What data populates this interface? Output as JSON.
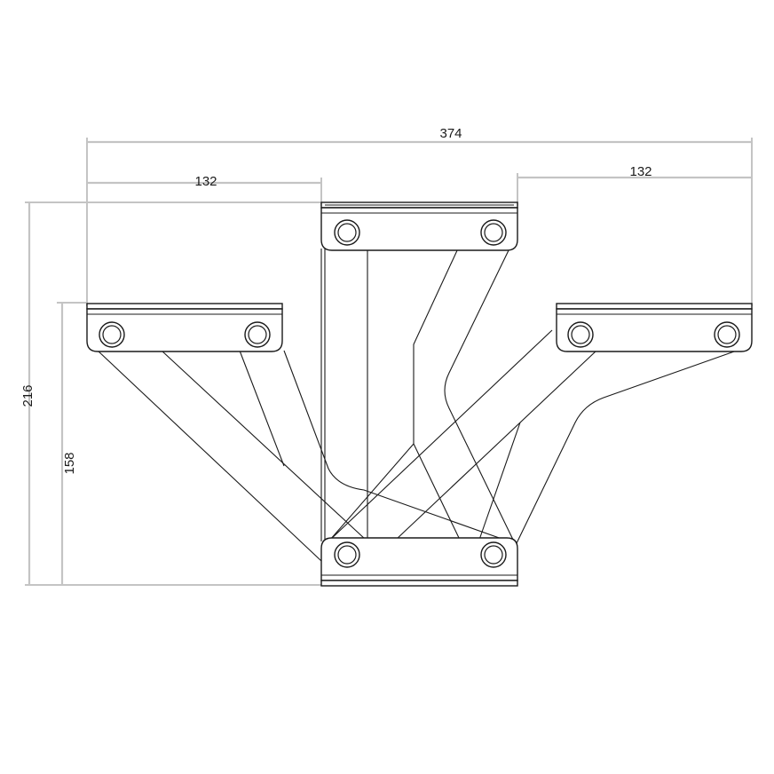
{
  "dimensions": {
    "overall_width": "374",
    "left_offset": "132",
    "right_offset": "132",
    "overall_height": "216",
    "bracket_height": "158"
  },
  "colors": {
    "dimension_lines": "#c4c4c4",
    "part_lines": "#1a1a1a",
    "background": "#ffffff"
  }
}
